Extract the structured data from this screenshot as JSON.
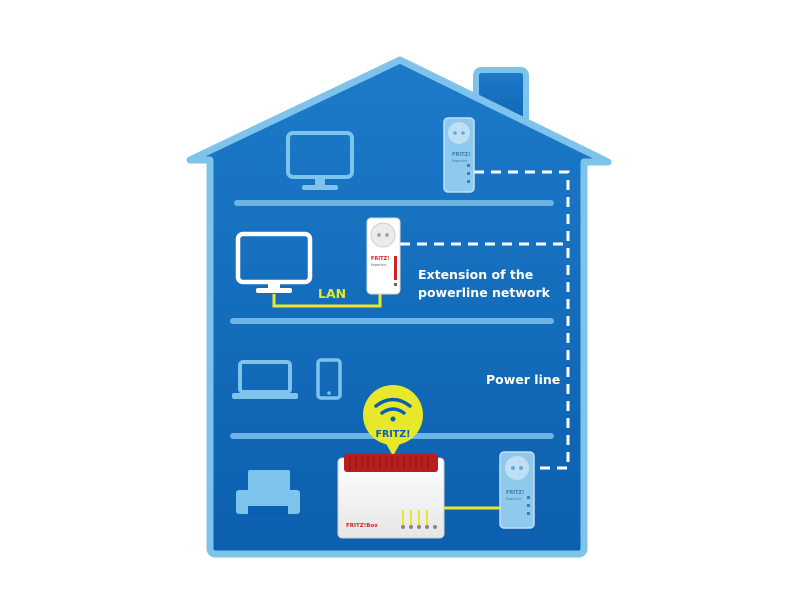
{
  "labels": {
    "lan": "LAN",
    "extension_line1": "Extension of the",
    "extension_line2": "powerline network",
    "power_line": "Power line",
    "wifi_badge": "FRITZ!"
  },
  "brand": {
    "adapter_logo": "FRITZ!",
    "adapter_sub": "Powerline",
    "router_logo": "FRITZ!Box"
  },
  "colors": {
    "house_fill": "#0a5fb0",
    "house_border": "#7ec3ec",
    "floor_line": "#6cb4e4",
    "device_icon": "#7ec3ec",
    "lan_cable": "#e8e82a",
    "wifi_badge": "#e8e82a",
    "adapter_red": "#d22323"
  },
  "icons": [
    "monitor-icon",
    "laptop-icon",
    "smartphone-icon",
    "printer-icon",
    "wifi-icon",
    "powerline-adapter-icon",
    "router-icon"
  ]
}
